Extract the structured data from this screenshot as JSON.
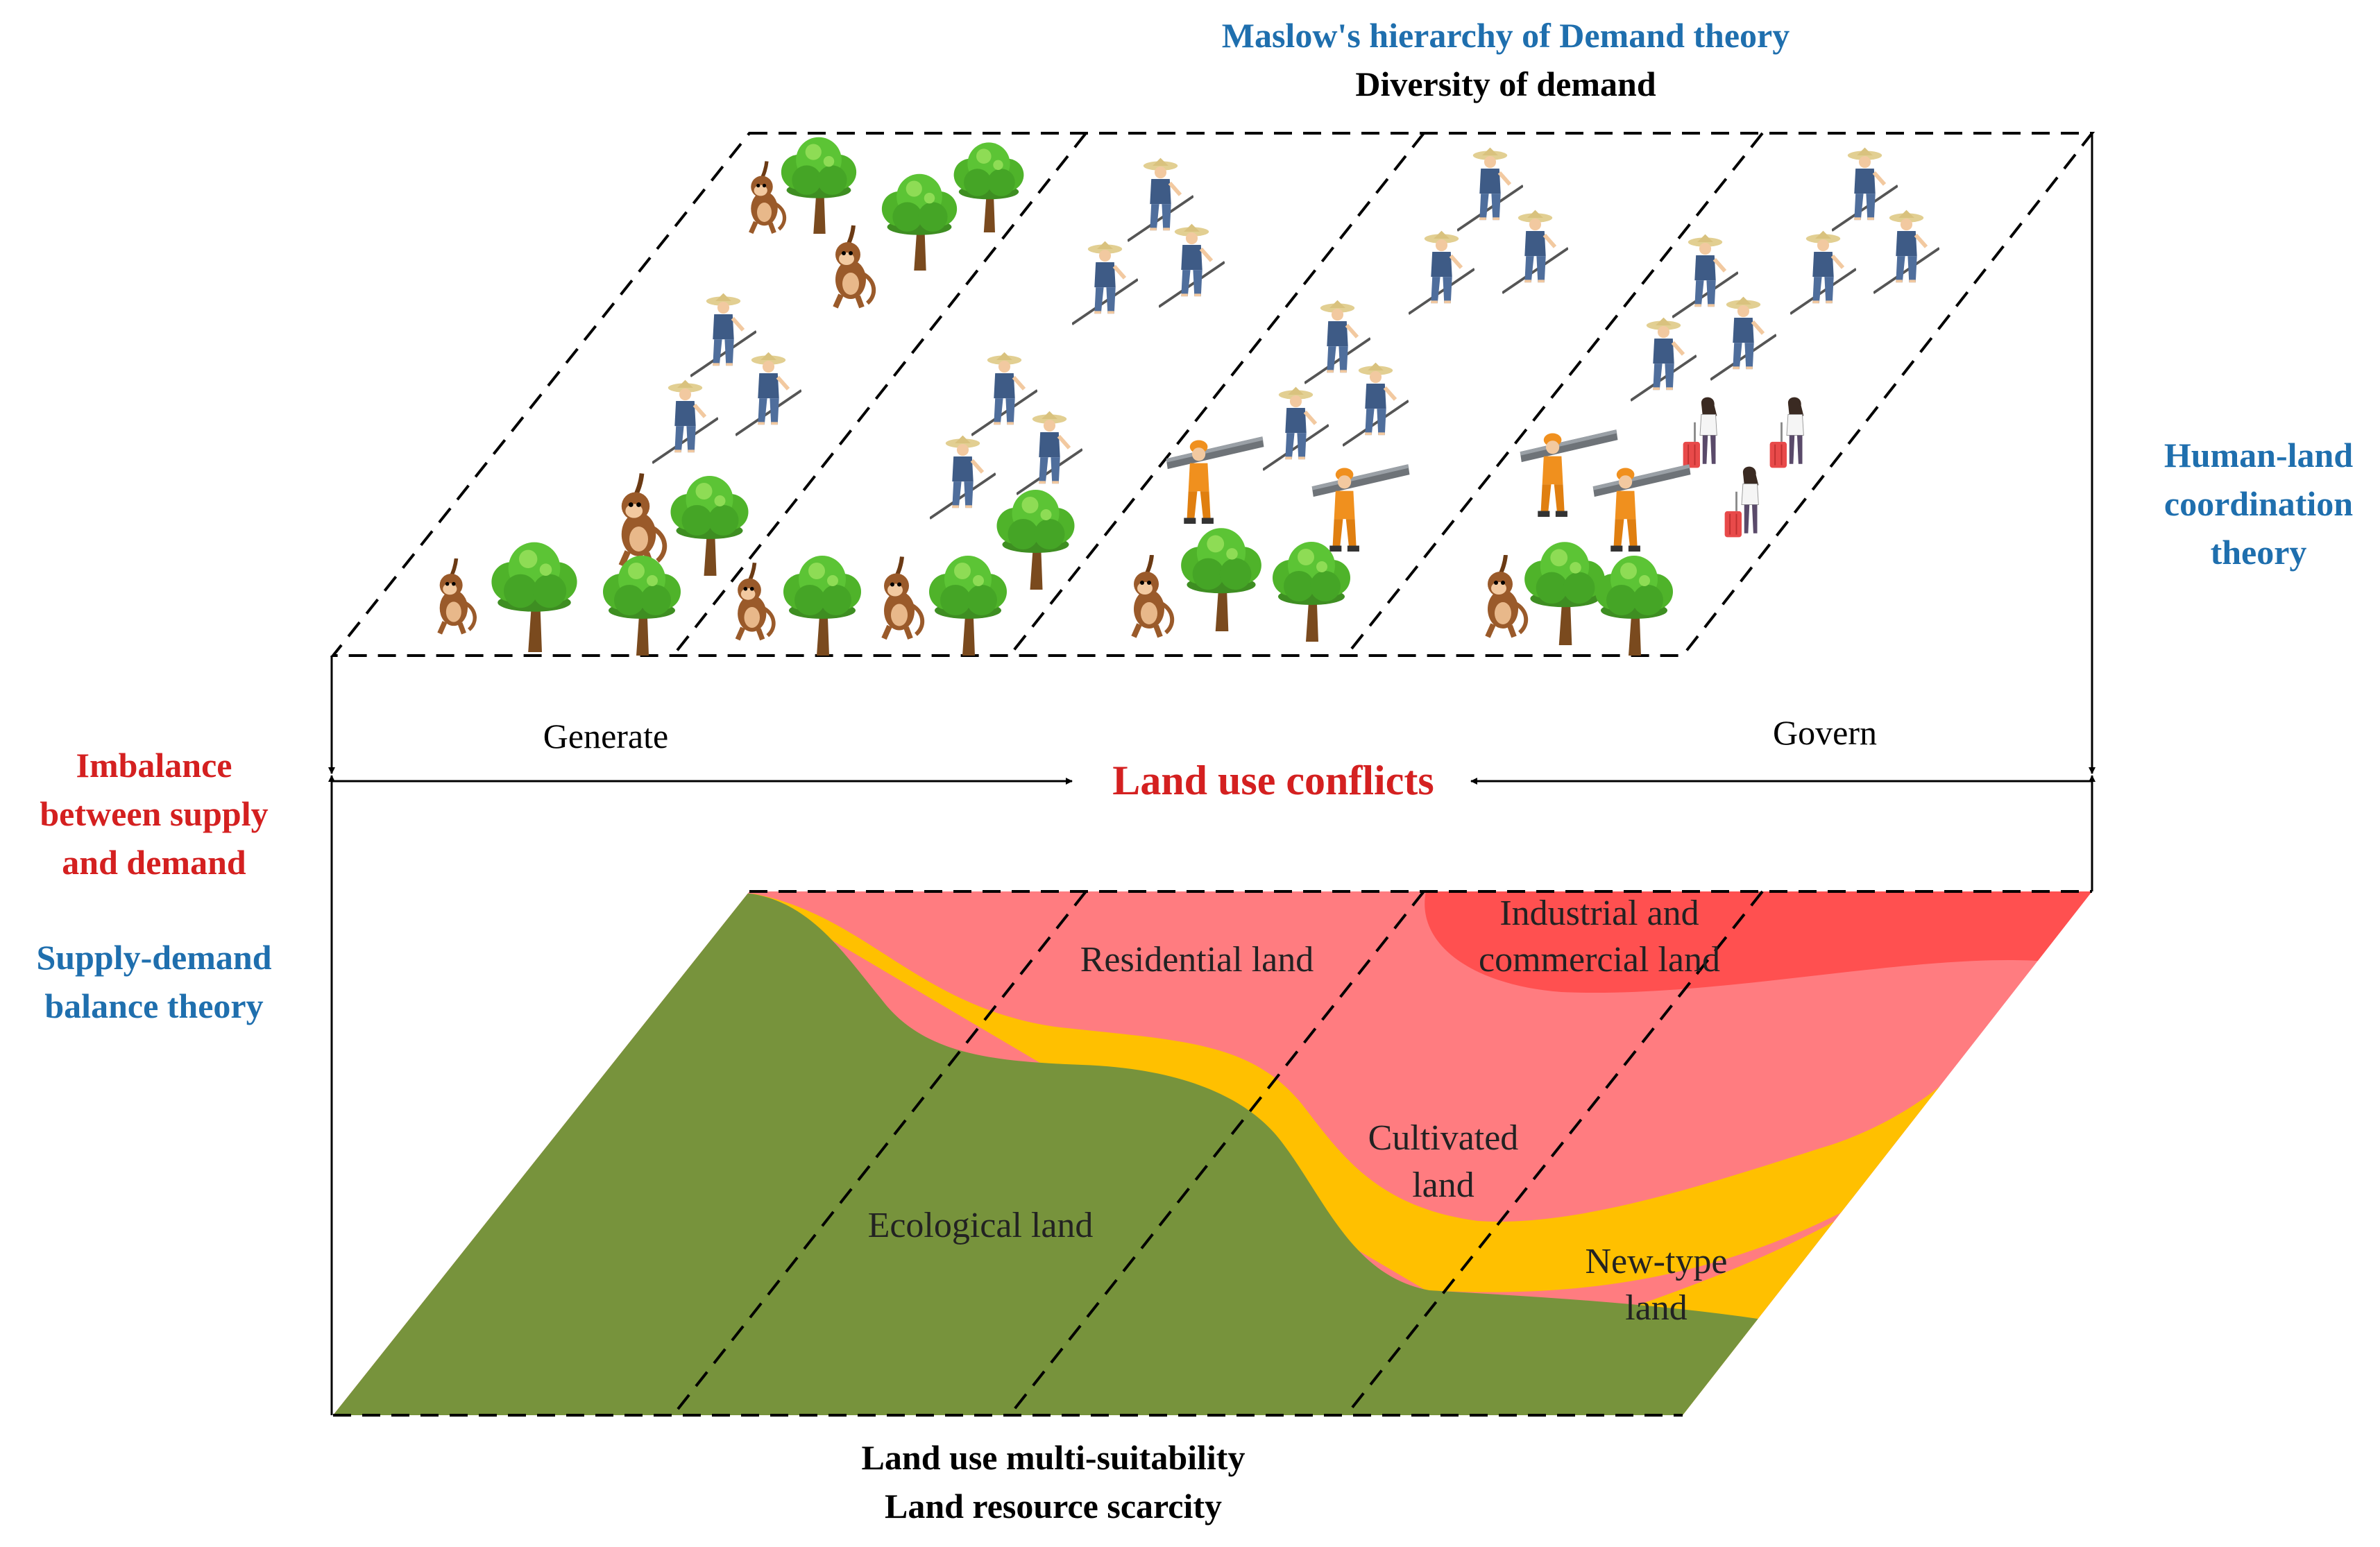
{
  "top_text": {
    "theory_maslow": "Maslow's hierarchy of Demand theory",
    "diversity": "Diversity of demand"
  },
  "right_text": {
    "line1": "Human-land",
    "line2": "coordination",
    "line3": "theory"
  },
  "left_text": {
    "imbalance_line1": "Imbalance",
    "imbalance_line2": "between supply",
    "imbalance_line3": "and demand",
    "supply_line1": "Supply-demand",
    "supply_line2": "balance theory"
  },
  "middle_text": {
    "generate": "Generate",
    "govern": "Govern",
    "conflicts": "Land use conflicts"
  },
  "bottom_text": {
    "line1": "Land use multi-suitability",
    "line2": "Land resource scarcity"
  },
  "land_labels": {
    "residential": "Residential land",
    "industrial_line1": "Industrial and",
    "industrial_line2": "commercial land",
    "cultivated_line1": "Cultivated",
    "cultivated_line2": "land",
    "ecological": "Ecological land",
    "newtype_line1": "New-type",
    "newtype_line2": "land"
  },
  "colors": {
    "theory_blue": "#1F6FAE",
    "emphasis_red": "#D42020",
    "ecological": "#77933C",
    "cultivated": "#FFC000",
    "residential": "#FF7C80",
    "industrial": "#FF5050",
    "newtype": "#BDD7EE",
    "tree_foliage": "#4FB32A",
    "tree_trunk": "#7A4A1E",
    "monkey": "#9A5A2A",
    "farmer_shirt": "#3E5B86",
    "worker_suit": "#F0901E",
    "suitcase": "#E84A4A"
  },
  "icons": {
    "tree": "tree-icon",
    "monkey": "monkey-icon",
    "farmer": "farmer-icon",
    "worker": "construction-worker-icon",
    "traveler": "traveler-icon"
  }
}
